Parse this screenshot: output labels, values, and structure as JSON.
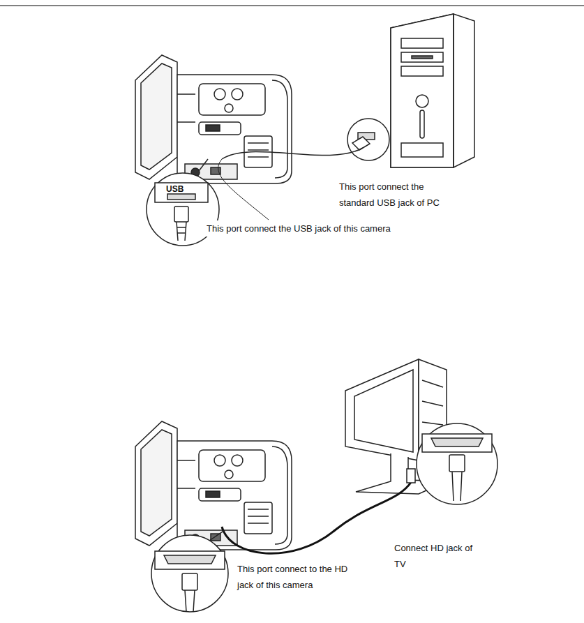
{
  "diagram": {
    "labels": [
      "USB",
      "This port connect the standard USB jack of PC",
      "This port connect the USB jack of this camera",
      "This port connect to the HD jack of this camera",
      "Connect HD jack of TV"
    ]
  }
}
